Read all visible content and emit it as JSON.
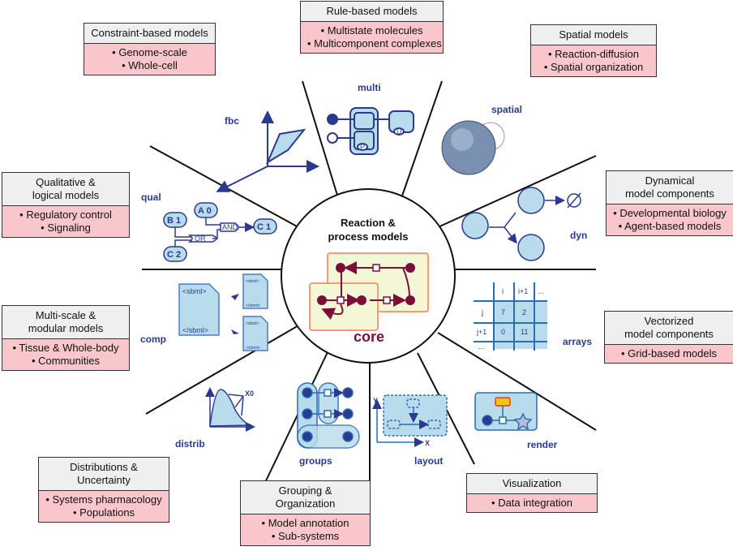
{
  "center": {
    "title_line1": "Reaction &",
    "title_line2": "process models",
    "name": "core"
  },
  "packages": [
    {
      "id": "fbc",
      "label": "fbc",
      "title": [
        "Constraint-based models"
      ],
      "items": [
        "Genome-scale",
        "Whole-cell"
      ]
    },
    {
      "id": "multi",
      "label": "multi",
      "title": [
        "Rule-based models"
      ],
      "items": [
        "Multistate molecules",
        "Multicomponent complexes"
      ]
    },
    {
      "id": "spatial",
      "label": "spatial",
      "title": [
        "Spatial models"
      ],
      "items": [
        "Reaction-diffusion",
        "Spatial organization"
      ]
    },
    {
      "id": "qual",
      "label": "qual",
      "title": [
        "Qualitative &",
        "logical models"
      ],
      "items": [
        "Regulatory control",
        "Signaling"
      ]
    },
    {
      "id": "dyn",
      "label": "dyn",
      "title": [
        "Dynamical",
        "model components"
      ],
      "items": [
        "Developmental biology",
        "Agent-based models"
      ]
    },
    {
      "id": "comp",
      "label": "comp",
      "title": [
        "Multi-scale &",
        "modular models"
      ],
      "items": [
        "Tissue & Whole-body",
        "Communities"
      ]
    },
    {
      "id": "arrays",
      "label": "arrays",
      "title": [
        "Vectorized",
        "model components"
      ],
      "items": [
        "Grid-based models"
      ]
    },
    {
      "id": "distrib",
      "label": "distrib",
      "title": [
        "Distributions &",
        "Uncertainty"
      ],
      "items": [
        "Systems pharmacology",
        "Populations"
      ]
    },
    {
      "id": "groups",
      "label": "groups",
      "title": [
        "Grouping &",
        "Organization"
      ],
      "items": [
        "Model annotation",
        "Sub-systems"
      ]
    },
    {
      "id": "layout",
      "label": "layout",
      "title": [],
      "items": []
    },
    {
      "id": "render",
      "label": "render",
      "title": [
        "Visualization"
      ],
      "items": [
        "Data integration"
      ]
    }
  ],
  "icons": {
    "qual": {
      "nodes": [
        "B 1",
        "A 0",
        "C 2",
        "C 1"
      ],
      "gates": [
        "OR",
        "AND"
      ]
    },
    "comp": {
      "main_open": "<sbml>",
      "main_close": "</sbml>",
      "small_open": "<sbml>",
      "small_close": "</sbml>"
    },
    "multi": {
      "sites": [
        "P",
        "U"
      ]
    },
    "arrays": {
      "cols": [
        "i",
        "i+1",
        "..."
      ],
      "rows": [
        "j",
        "j+1",
        "..."
      ],
      "cells": [
        [
          "7",
          "2"
        ],
        [
          "0",
          "11"
        ]
      ]
    },
    "distrib": {
      "param": "X0"
    },
    "layout": {
      "y_axis": "Y",
      "x_axis": "X"
    }
  },
  "colors": {
    "icon_blue": "#2b3a8f",
    "icon_fill": "#b9dcec",
    "core": "#7b0f3c",
    "core_fill": "#f4f7d6",
    "core_border": "#f79a7c",
    "card_title": "#efefef",
    "card_body": "#f8c6cb"
  }
}
